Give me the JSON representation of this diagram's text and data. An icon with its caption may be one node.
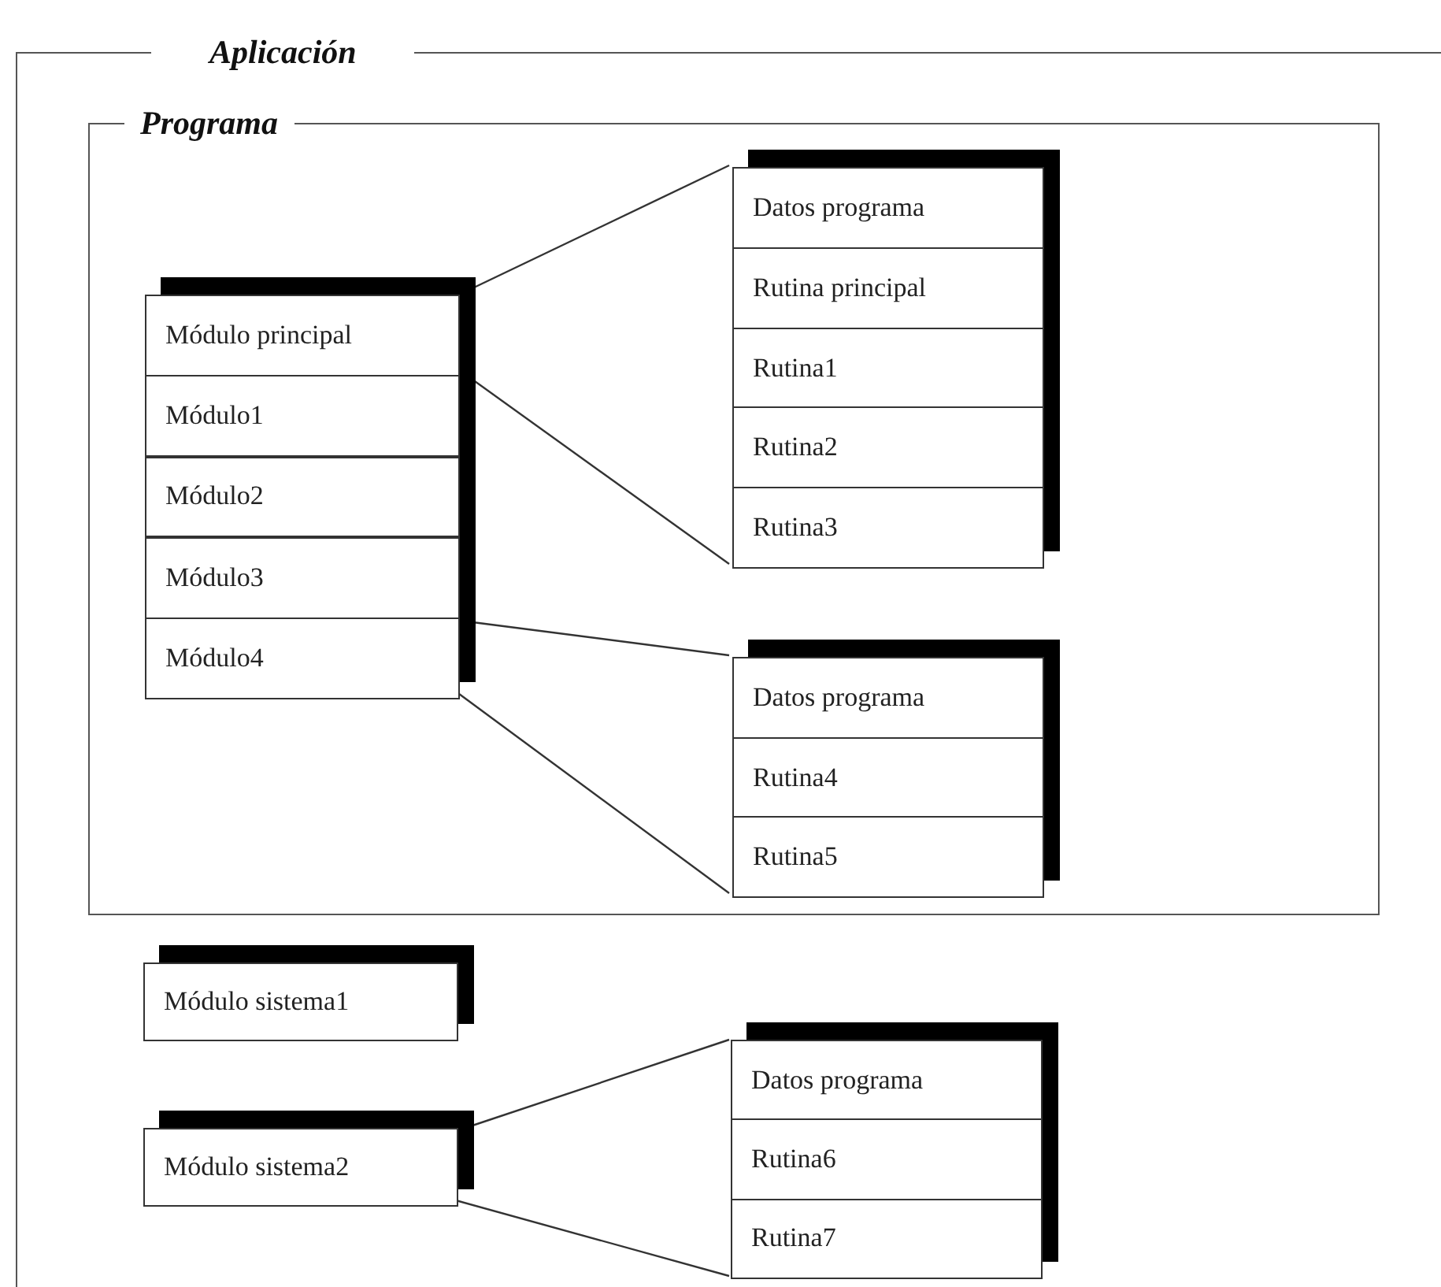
{
  "diagram": {
    "nodes": [
      {
        "text": [
          "Aplicación"
        ]
      },
      {
        "text": [
          "Programa"
        ],
        "in": 0
      },
      {
        "text": [],
        "shape": "box",
        "in": 1
      },
      {
        "text": [
          "Módulo principal"
        ],
        "in": 2
      },
      {
        "text": [
          "Módulo1"
        ],
        "in": 2
      },
      {
        "text": [
          "Módulo2"
        ],
        "in": 2
      },
      {
        "text": [
          "Módulo3"
        ],
        "in": 2
      },
      {
        "text": [
          "Módulo4"
        ],
        "in": 2
      },
      {
        "text": [],
        "shape": "box",
        "in": 1
      },
      {
        "text": [
          "Datos programa"
        ],
        "in": 8
      },
      {
        "text": [
          "Rutina principal"
        ],
        "in": 8
      },
      {
        "text": [
          "Rutina1"
        ],
        "in": 8
      },
      {
        "text": [
          "Rutina2"
        ],
        "in": 8
      },
      {
        "text": [
          "Rutina3"
        ],
        "in": 8
      },
      {
        "text": [],
        "shape": "box",
        "in": 1
      },
      {
        "text": [
          "Datos programa"
        ],
        "in": 14
      },
      {
        "text": [
          "Rutina4"
        ],
        "in": 14
      },
      {
        "text": [
          "Rutina5"
        ],
        "in": 14
      },
      {
        "text": [
          "Módulo sistema1"
        ],
        "in": 0
      },
      {
        "text": [
          "Módulo sistema2"
        ],
        "in": 0
      },
      {
        "text": [],
        "shape": "box",
        "in": 0
      },
      {
        "text": [
          "Datos programa"
        ],
        "in": 20
      },
      {
        "text": [
          "Rutina6"
        ],
        "in": 20
      },
      {
        "text": [
          "Rutina7"
        ],
        "in": 20
      }
    ],
    "edges": [
      {
        "from": 3,
        "to": 8,
        "arrow": "none"
      },
      {
        "from": 3,
        "to": 8,
        "arrow": "none"
      },
      {
        "from": 7,
        "to": 14,
        "arrow": "none"
      },
      {
        "from": 7,
        "to": 14,
        "arrow": "none"
      },
      {
        "from": 19,
        "to": 20,
        "arrow": "none"
      },
      {
        "from": 19,
        "to": 20,
        "arrow": "none"
      }
    ]
  }
}
